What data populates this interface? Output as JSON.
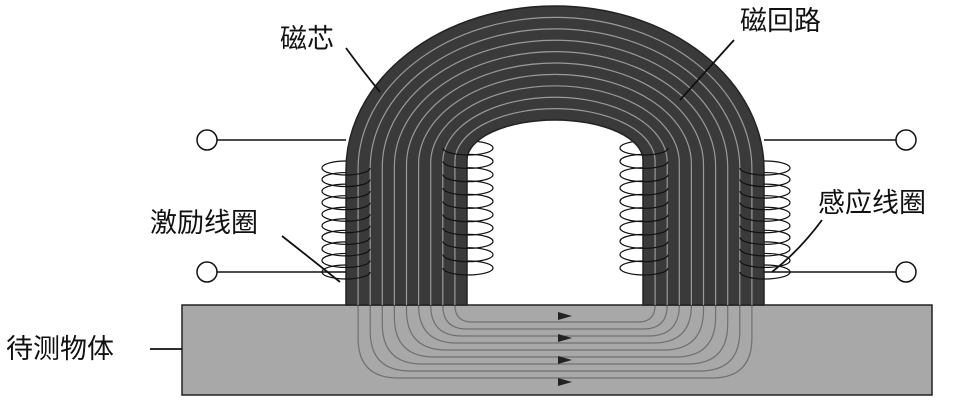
{
  "labels": {
    "core": "磁芯",
    "magnetic_circuit": "磁回路",
    "excitation_coil": "激励线圈",
    "induction_coil": "感应线圈",
    "test_object": "待测物体"
  },
  "colors": {
    "core": "#3a3a3a",
    "flux_line_core": "#9a9a9a",
    "flux_line_object": "#707070",
    "test_object": "#a8a8a8",
    "coil": "#111111",
    "arrow": "#222222"
  }
}
